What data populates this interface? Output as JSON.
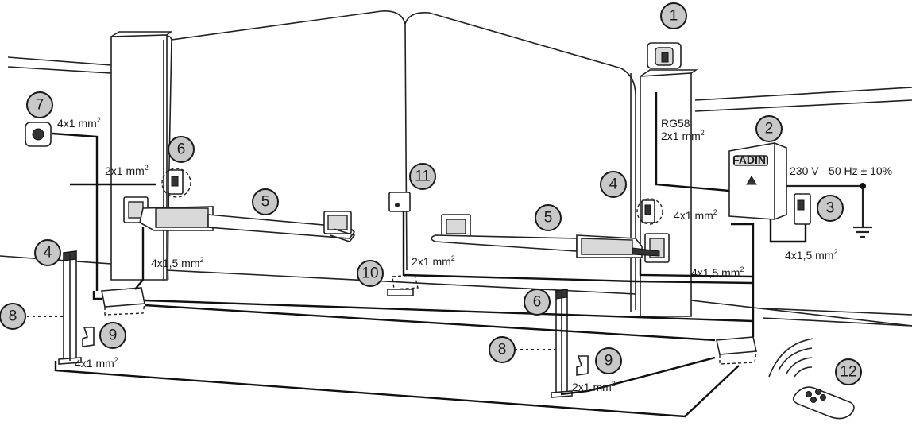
{
  "callouts": [
    "1",
    "2",
    "3",
    "4",
    "5",
    "6",
    "7",
    "8",
    "9",
    "10",
    "11",
    "12"
  ],
  "labels": {
    "rg58": "RG58",
    "mains": "230 V - 50 Hz ± 10%",
    "cable_4x1": "4x1 mm",
    "cable_2x1": "2x1 mm",
    "cable_4x15": "4x1,5 mm",
    "squared": "2"
  },
  "control_box_brand": "FADINI",
  "colors": {
    "badge_fill": "#c8c8c8",
    "line": "#222222"
  }
}
